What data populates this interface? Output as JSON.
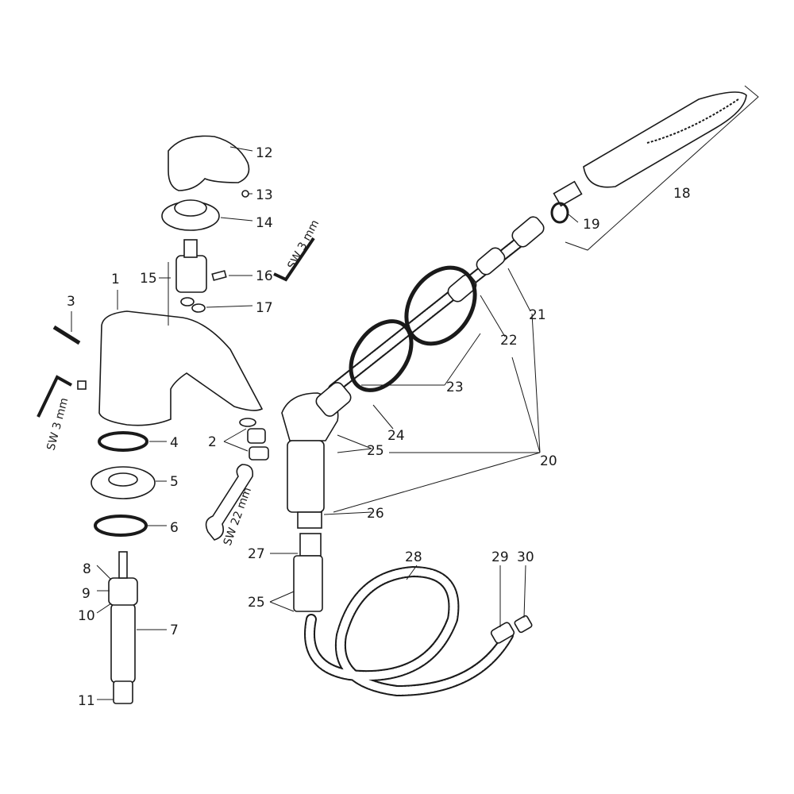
{
  "diagram": {
    "title_hidden": null,
    "part_labels": {
      "p1": "1",
      "p2": "2",
      "p3": "3",
      "p4": "4",
      "p5": "5",
      "p6": "6",
      "p7": "7",
      "p8": "8",
      "p9": "9",
      "p10": "10",
      "p11": "11",
      "p12": "12",
      "p13": "13",
      "p14": "14",
      "p15": "15",
      "p16": "16",
      "p17": "17",
      "p18": "18",
      "p19": "19",
      "p20": "20",
      "p21": "21",
      "p22": "22",
      "p23": "23",
      "p24": "24",
      "p25a": "25",
      "p25b": "25",
      "p26": "26",
      "p27": "27",
      "p28": "28",
      "p29": "29",
      "p30": "30"
    },
    "tool_labels": {
      "allen_key_top": "SW 3 mm",
      "allen_key_left": "SW 3 mm",
      "wrench": "SW 22 mm"
    }
  }
}
